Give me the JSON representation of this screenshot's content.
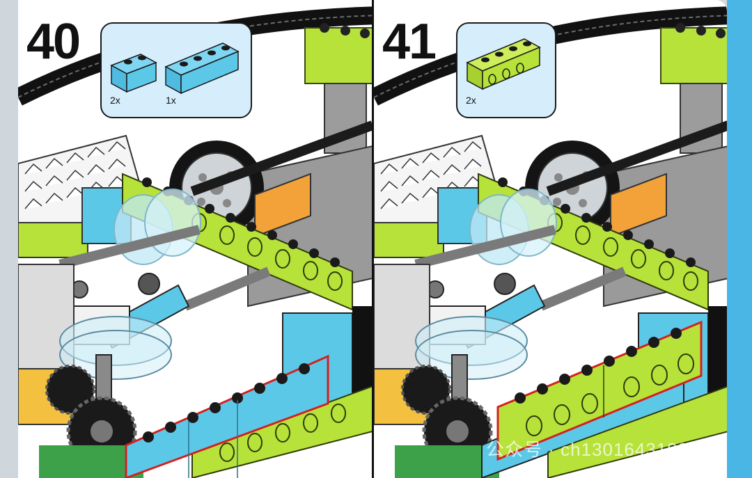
{
  "steps": [
    {
      "number": "40",
      "parts": [
        {
          "qty": "2x",
          "item": "azure 1x2 brick"
        },
        {
          "qty": "1x",
          "item": "azure 1x4 brick"
        }
      ]
    },
    {
      "number": "41",
      "parts": [
        {
          "qty": "2x",
          "item": "lime 1x4 technic brick"
        }
      ]
    }
  ],
  "watermark": "公众号 · ch13016431995",
  "colors": {
    "lime": "#b6e23a",
    "azure": "#5cc8e8",
    "callout_bg": "#d6eefc",
    "highlight": "#d32020"
  }
}
